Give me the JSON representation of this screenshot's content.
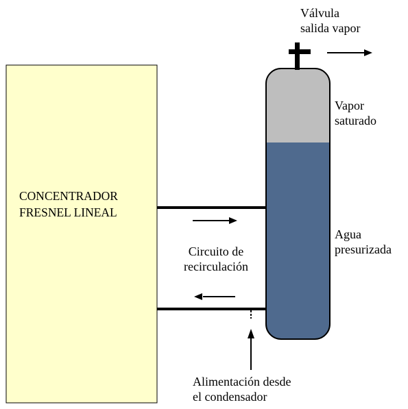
{
  "diagram": {
    "concentrator": {
      "line1": "CONCENTRADOR",
      "line2": "FRESNEL LINEAL"
    },
    "valve": {
      "line1": "Válvula",
      "line2": "salida vapor"
    },
    "steam": {
      "line1": "Vapor",
      "line2": "saturado"
    },
    "water": {
      "line1": "Agua",
      "line2": "presurizada"
    },
    "circuit": {
      "line1": "Circuito de",
      "line2": "recirculación"
    },
    "feed": {
      "line1": "Alimentación desde",
      "line2": "el condensador"
    }
  },
  "colors": {
    "concentrator_fill": "#FFFFCC",
    "steam_fill": "#BEBEBE",
    "water_fill": "#4F6A8E",
    "stroke": "#000000"
  }
}
